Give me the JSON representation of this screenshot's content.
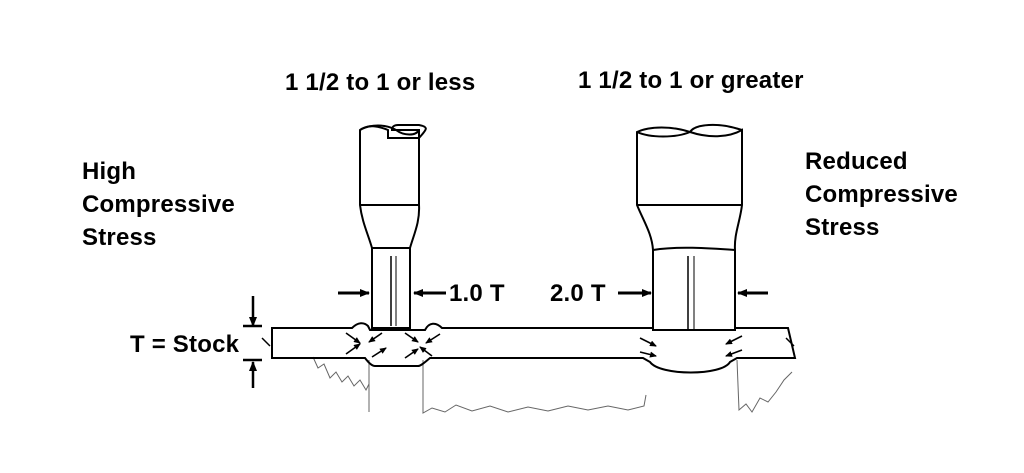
{
  "labels": {
    "left_ratio": "1 1/2 to 1 or less",
    "right_ratio": "1 1/2 to 1 or greater",
    "left_stress": [
      "High",
      "Compressive",
      "Stress"
    ],
    "right_stress": [
      "Reduced",
      "Compressive",
      "Stress"
    ],
    "left_dim": "1.0 T",
    "right_dim": "2.0 T",
    "stock": "T = Stock"
  },
  "colors": {
    "line": "#000000",
    "background": "#ffffff",
    "fracture": "#666666"
  }
}
